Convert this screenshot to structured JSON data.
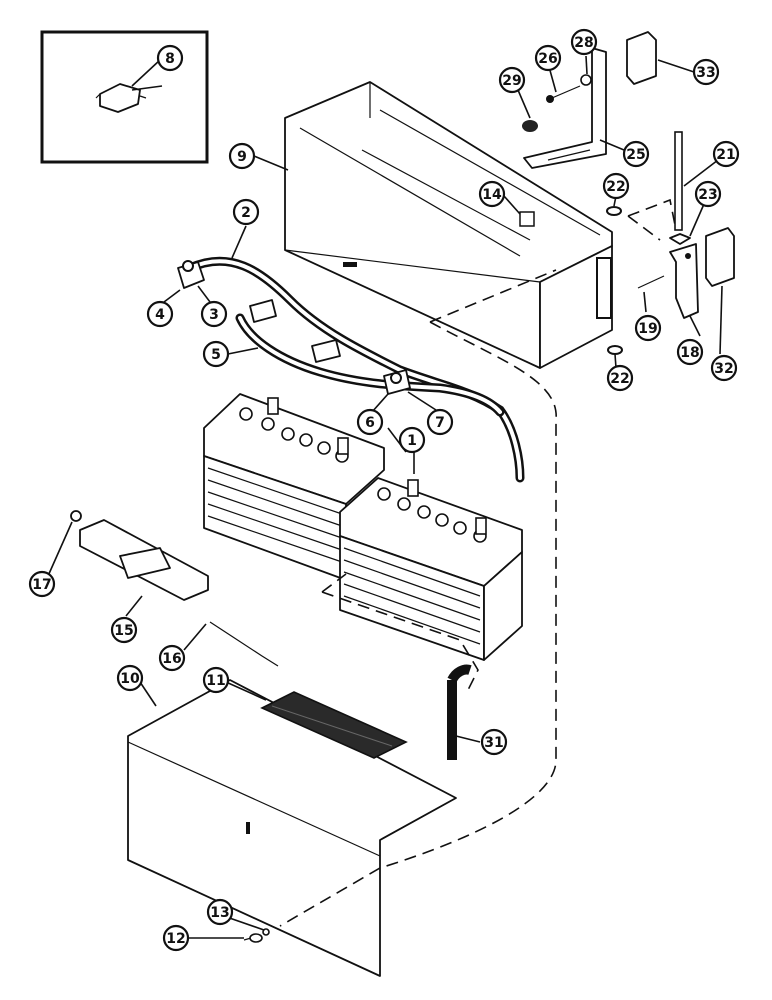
{
  "callouts": {
    "c1": "1",
    "c2": "2",
    "c3": "3",
    "c4": "4",
    "c5": "5",
    "c6": "6",
    "c7": "7",
    "c8": "8",
    "c9": "9",
    "c10": "10",
    "c11": "11",
    "c12": "12",
    "c13": "13",
    "c14": "14",
    "c15": "15",
    "c16": "16",
    "c17": "17",
    "c18": "18",
    "c19": "19",
    "c21": "21",
    "c22a": "22",
    "c22b": "22",
    "c23": "23",
    "c25": "25",
    "c26": "26",
    "c28": "28",
    "c29": "29",
    "c31": "31",
    "c32": "32",
    "c33": "33"
  }
}
